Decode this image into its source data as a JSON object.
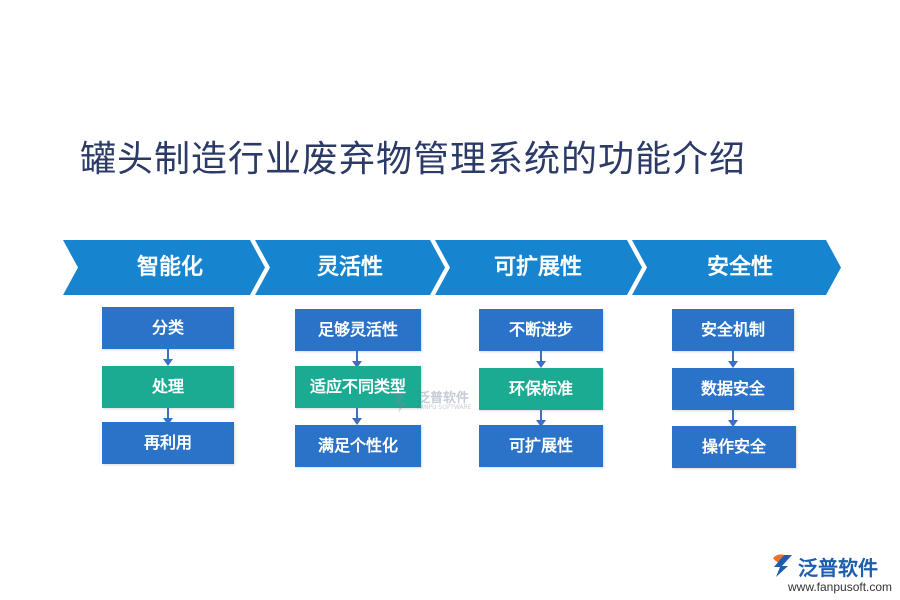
{
  "title": "罐头制造行业废弃物管理系统的功能介绍",
  "colors": {
    "chevron": "#1684cf",
    "box_blue": "#2a73c8",
    "box_teal": "#1bab93",
    "arrow": "#3f6fc0",
    "title": "#2b3a67"
  },
  "columns": [
    {
      "header": "智能化",
      "items": [
        "分类",
        "处理",
        "再利用"
      ]
    },
    {
      "header": "灵活性",
      "items": [
        "足够灵活性",
        "适应不同类型",
        "满足个性化"
      ]
    },
    {
      "header": "可扩展性",
      "items": [
        "不断进步",
        "环保标准",
        "可扩展性"
      ]
    },
    {
      "header": "安全性",
      "items": [
        "安全机制",
        "数据安全",
        "操作安全"
      ]
    }
  ],
  "watermark": {
    "text": "泛普软件",
    "sub": "FANPU SOFTWARE"
  },
  "logo": {
    "name": "泛普软件",
    "url": "www.fanpusoft.com",
    "icon": "fanpu-logo-icon"
  }
}
